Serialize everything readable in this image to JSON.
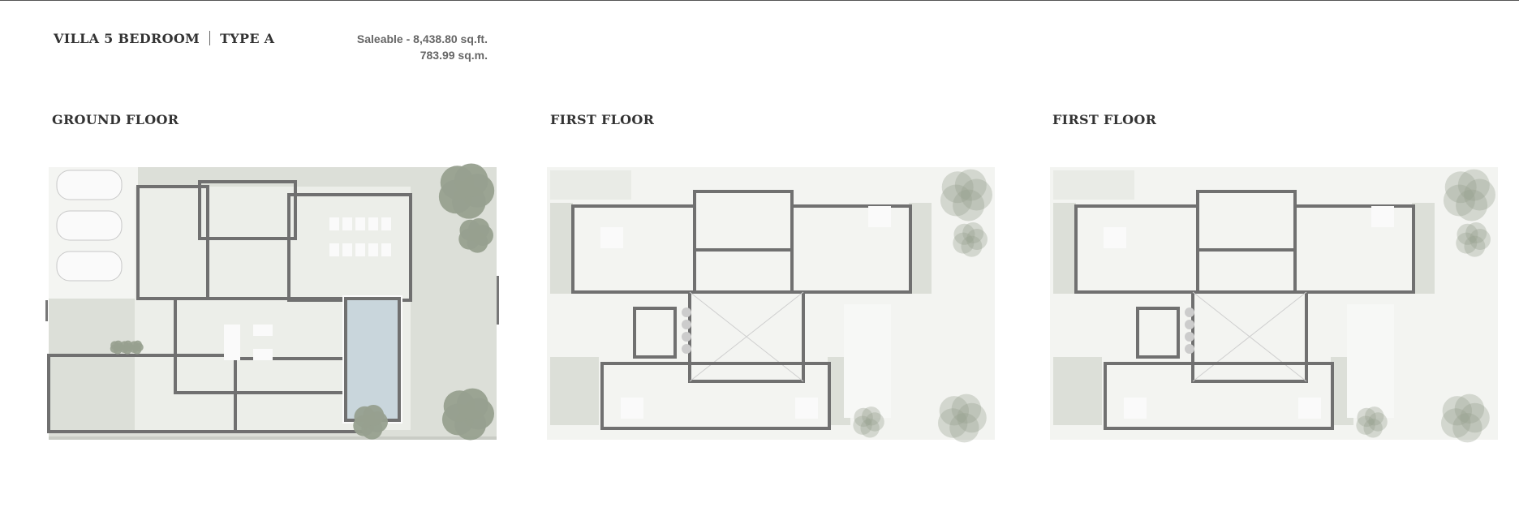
{
  "header": {
    "villa_type": "VILLA 5 BEDROOM",
    "type_label": "TYPE A",
    "saleable_sqft": "Saleable - 8,438.80 sq.ft.",
    "saleable_sqm": "783.99 sq.m."
  },
  "floors": [
    {
      "title": "GROUND FLOOR"
    },
    {
      "title": "FIRST FLOOR"
    },
    {
      "title": "FIRST FLOOR"
    }
  ],
  "colors": {
    "wall": "#707070",
    "floor": "#eceee9",
    "site": "#dcdfd8",
    "tree": "#97a08f",
    "pool": "#c9d6dc",
    "text": "#333333"
  }
}
